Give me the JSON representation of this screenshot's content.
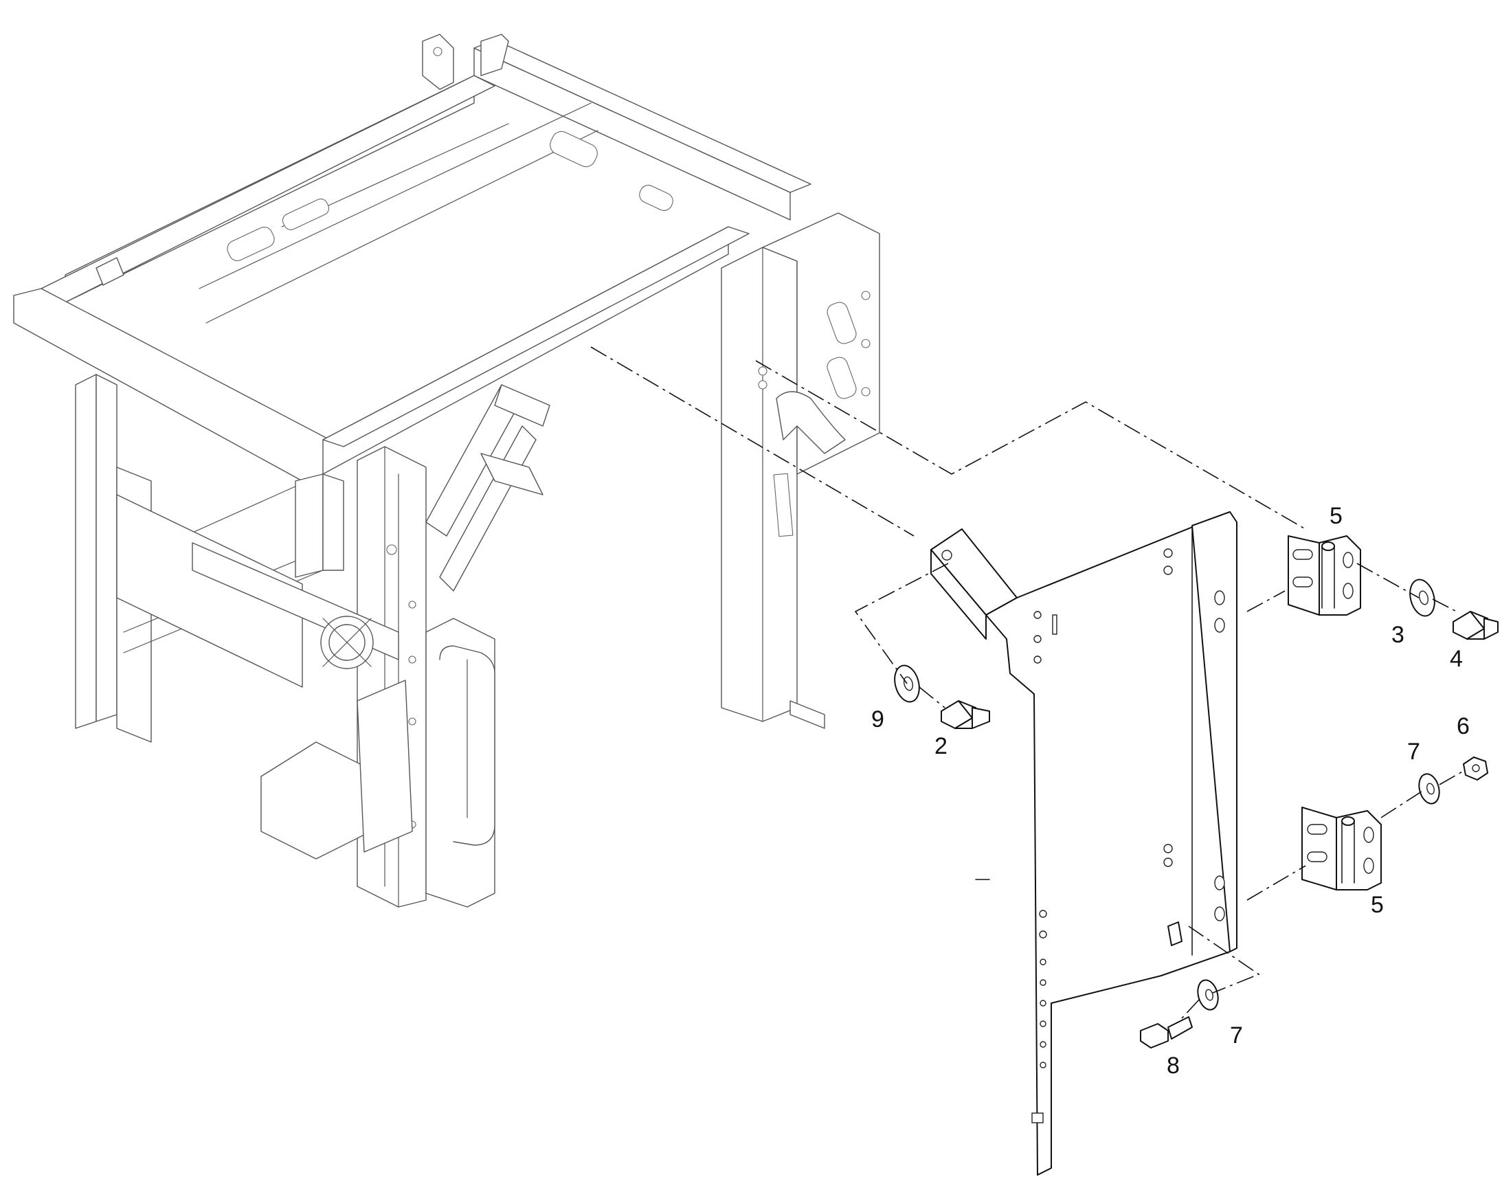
{
  "colors": {
    "line": "#111111",
    "frame_line": "#555555",
    "background": "#ffffff"
  },
  "callouts": {
    "c9": "9",
    "c2": "2",
    "c3": "3",
    "c4": "4",
    "c5_top": "5",
    "c5_bottom": "5",
    "c6": "6",
    "c7_top": "7",
    "c7_bottom": "7",
    "c8": "8"
  }
}
